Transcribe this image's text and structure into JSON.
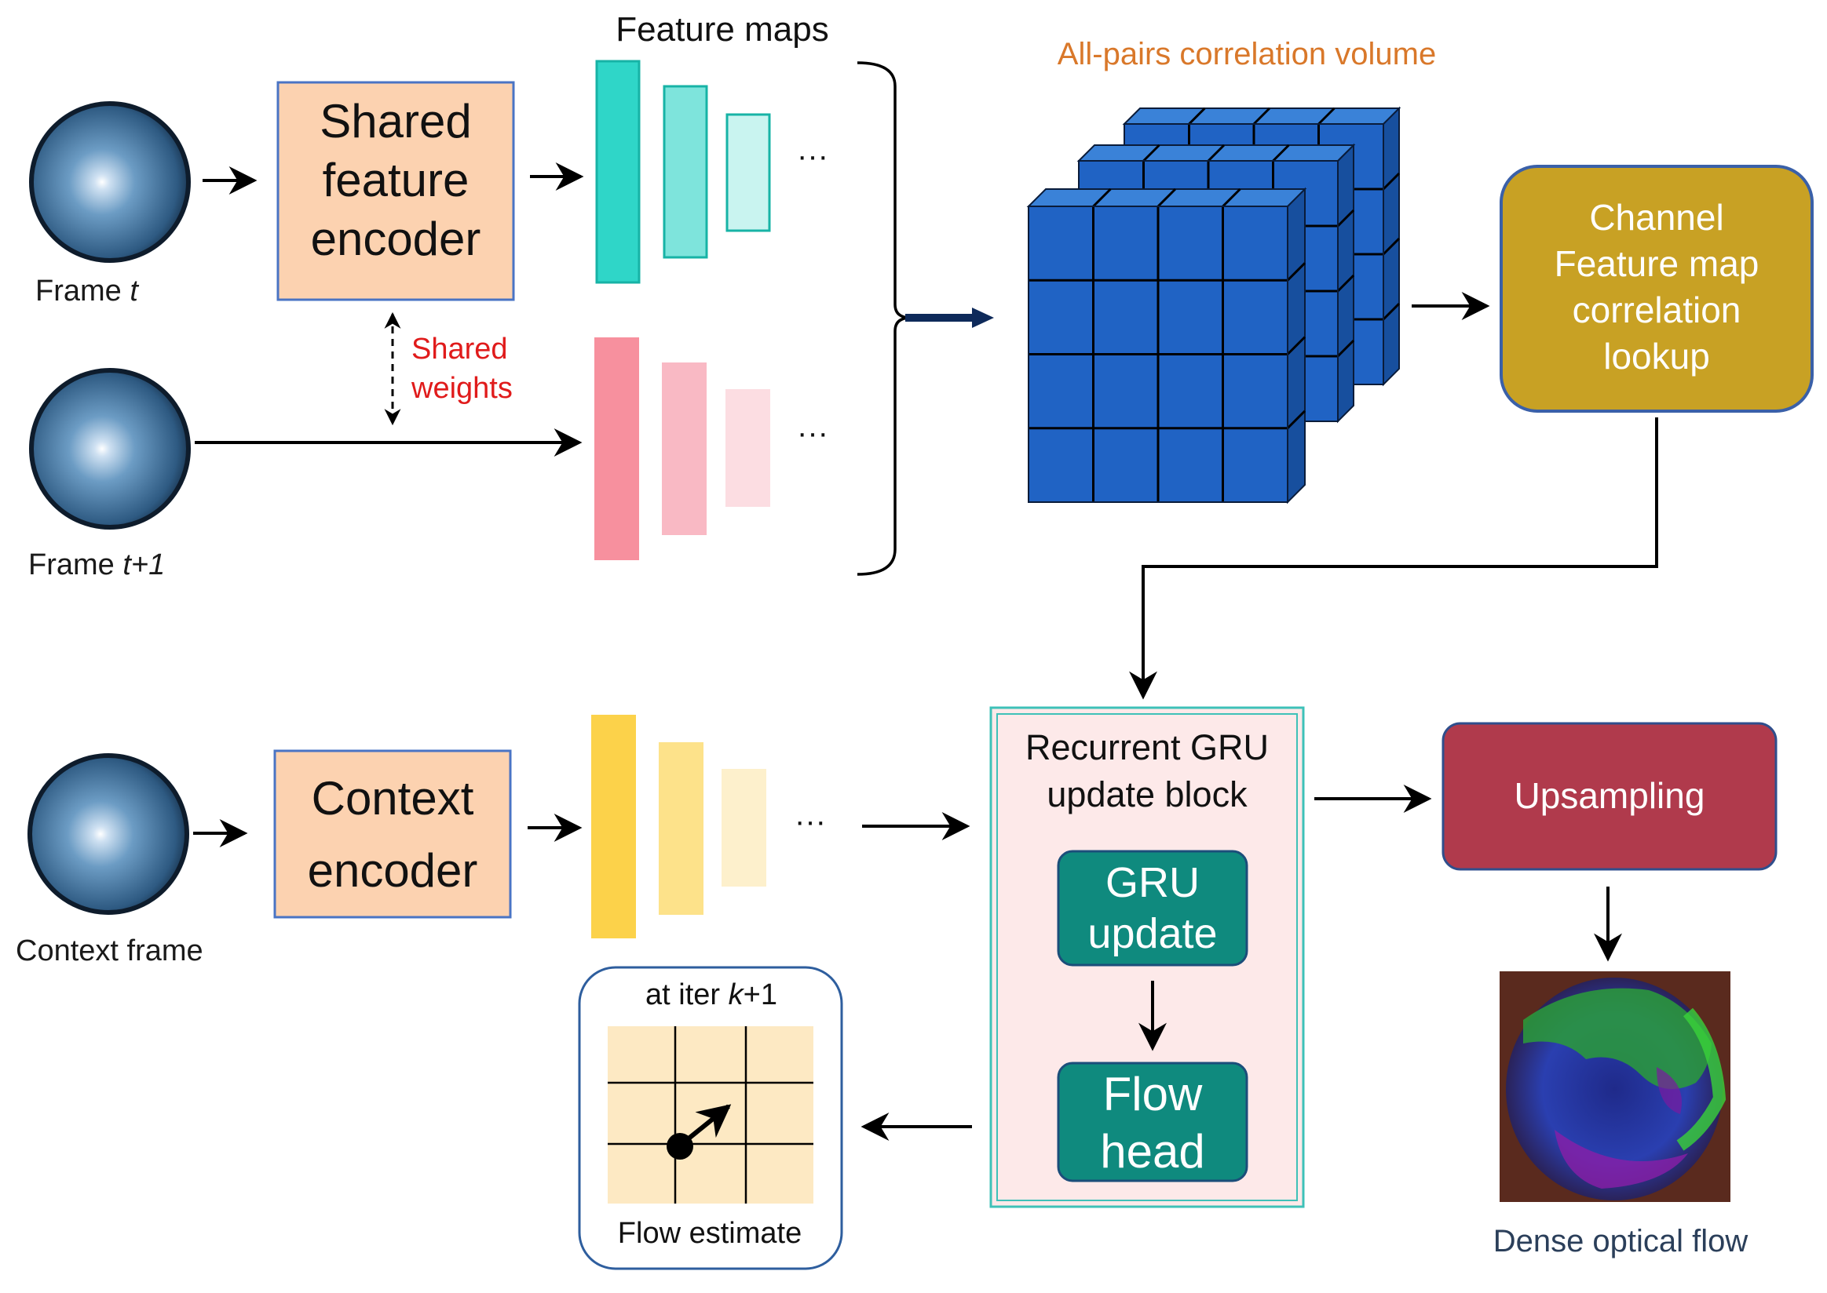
{
  "frames": {
    "frame_t": {
      "prefix": "Frame ",
      "var": "t"
    },
    "frame_t1": {
      "prefix": "Frame ",
      "var": "t+1"
    },
    "context": "Context frame"
  },
  "encoders": {
    "shared": [
      "Shared",
      "feature",
      "encoder"
    ],
    "context": [
      "Context",
      "encoder"
    ]
  },
  "labels": {
    "feature_maps": "Feature maps",
    "shared_weights": [
      "Shared",
      "weights"
    ],
    "correlation_volume": "All-pairs correlation volume",
    "ellipsis": "···"
  },
  "lookup": [
    "Channel",
    "Feature map",
    "correlation",
    "lookup"
  ],
  "gru": {
    "title": [
      "Recurrent GRU",
      "update block"
    ],
    "update": [
      "GRU",
      "update"
    ],
    "flow_head": [
      "Flow",
      "head"
    ]
  },
  "upsampling": "Upsampling",
  "flow_estimate": {
    "header_prefix": "at iter ",
    "header_var": "k",
    "header_suffix": "+1",
    "footer": "Flow estimate"
  },
  "dense_flow": "Dense optical flow",
  "colors": {
    "encoder_fill": "#fcd2b0",
    "encoder_stroke": "#4a74c4",
    "teal": "#2fd6c8",
    "pink": "#f7909e",
    "yellow": "#fcd24a",
    "cube_front": "#2063c4",
    "lookup_fill": "#c8a124",
    "gru_bg": "#fde9e9",
    "gru_border": "#3ec1b8",
    "gru_inner": "#0f8a7e",
    "upsampling": "#b03a4c",
    "orange_text": "#d9782a",
    "red_text": "#e01b1b",
    "flow_text": "#2b3f5a",
    "grid_fill": "#fde9c3"
  }
}
